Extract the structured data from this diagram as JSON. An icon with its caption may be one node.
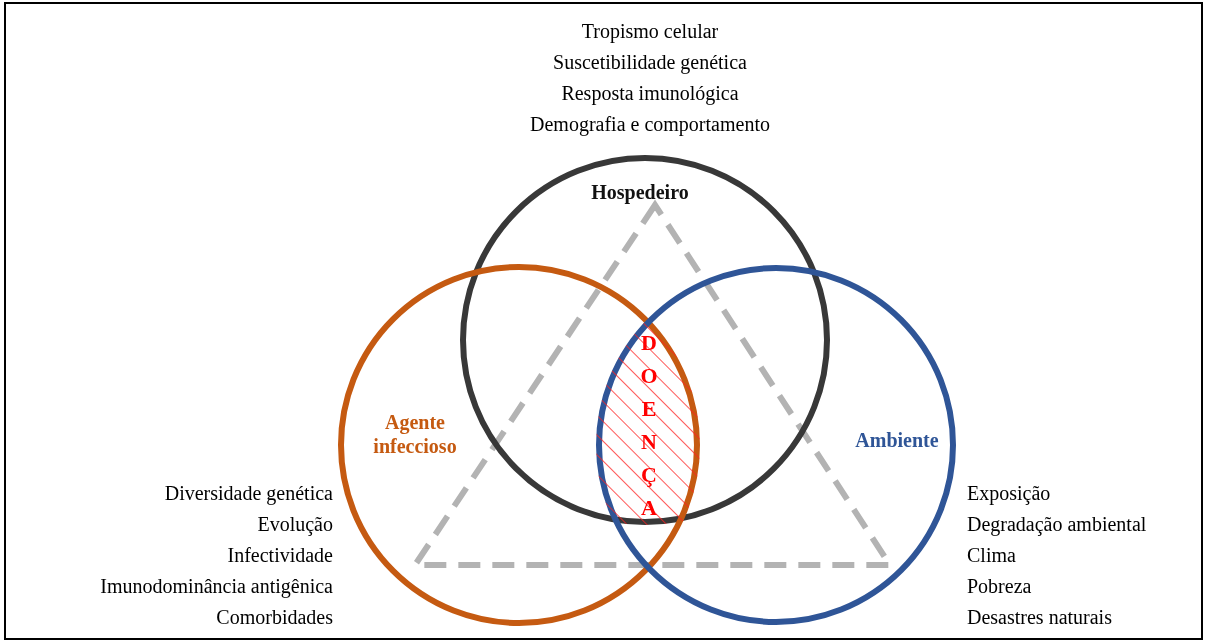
{
  "diagram": {
    "nodes": [
      {
        "text": [
          "Hospedeiro"
        ],
        "beside": [
          "Tropismo celular",
          "Suscetibilidade genética",
          "Resposta imunológica",
          "Demografia e comportamento"
        ]
      },
      {
        "text": [
          "DOENÇA"
        ]
      },
      {
        "text": [
          "Agente infeccioso"
        ],
        "beside": [
          "Diversidade genética",
          "Evolução",
          "Infectividade",
          "Imunodominância antigênica",
          "Comorbidades"
        ]
      },
      {
        "text": [
          "Ambiente"
        ],
        "beside": [
          "Exposição",
          "Degradação ambiental",
          "Clima",
          "Pobreza",
          "Desastres naturais"
        ]
      }
    ]
  }
}
